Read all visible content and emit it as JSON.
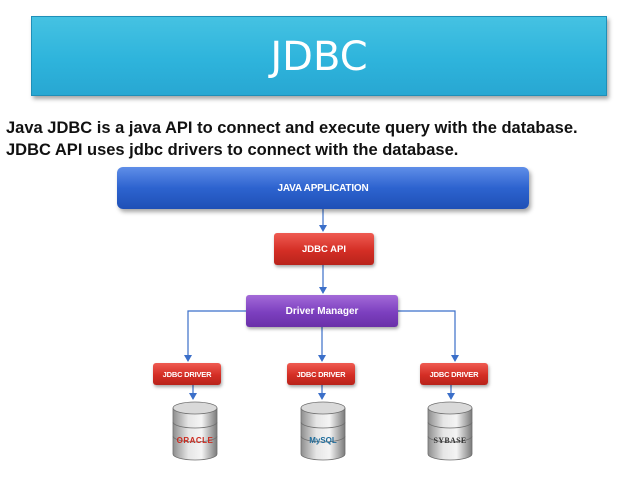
{
  "title": "JDBC",
  "description": [
    "Java JDBC is a java API to connect and execute query with the database.",
    "JDBC API uses jdbc drivers to connect with the database."
  ],
  "diagram": {
    "application": "JAVA APPLICATION",
    "api": "JDBC API",
    "driver_manager": "Driver Manager",
    "drivers": [
      "JDBC DRIVER",
      "JDBC DRIVER",
      "JDBC DRIVER"
    ],
    "databases": [
      "ORACLE",
      "MySQL",
      "SYBASE"
    ]
  },
  "colors": {
    "title_bar": "#2eb4dc",
    "application": "#2d63cf",
    "api": "#d42e25",
    "driver_manager": "#7c3fbf",
    "driver": "#d42e25",
    "connector": "#3b6fc9"
  }
}
